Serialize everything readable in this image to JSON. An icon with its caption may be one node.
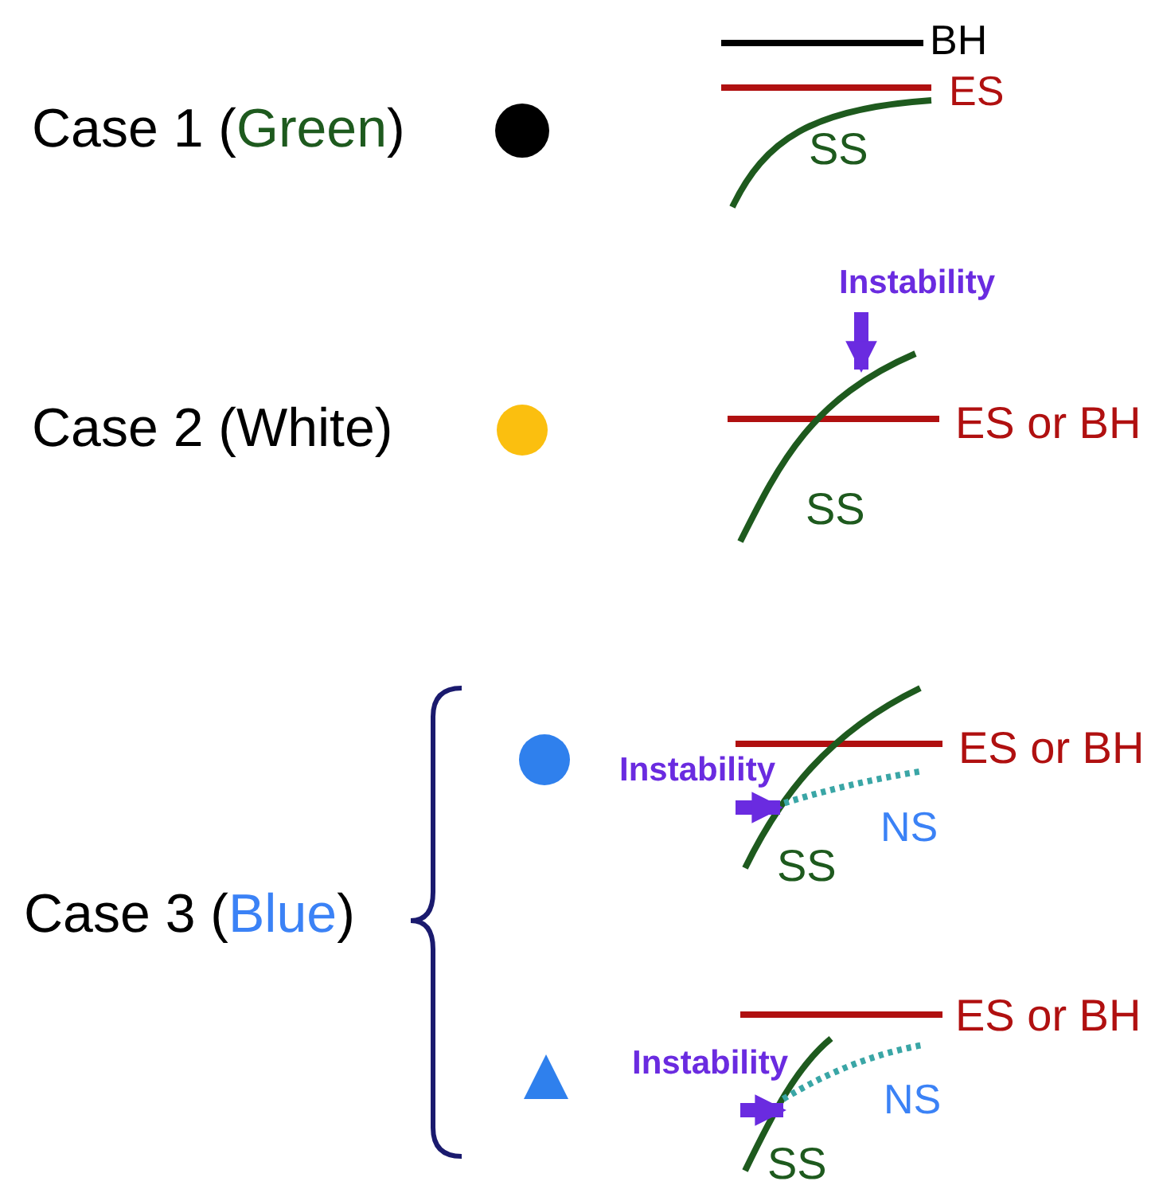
{
  "diagram": {
    "labels": [
      "Case 1 (Green)",
      "BH",
      "ES",
      "SS",
      "Instability",
      "Case 2 (White)",
      "ES or BH",
      "SS",
      "Instability",
      "ES or BH",
      "Case 3 (Blue)",
      "NS",
      "SS",
      "ES or BH",
      "Instability",
      "NS",
      "SS"
    ]
  }
}
